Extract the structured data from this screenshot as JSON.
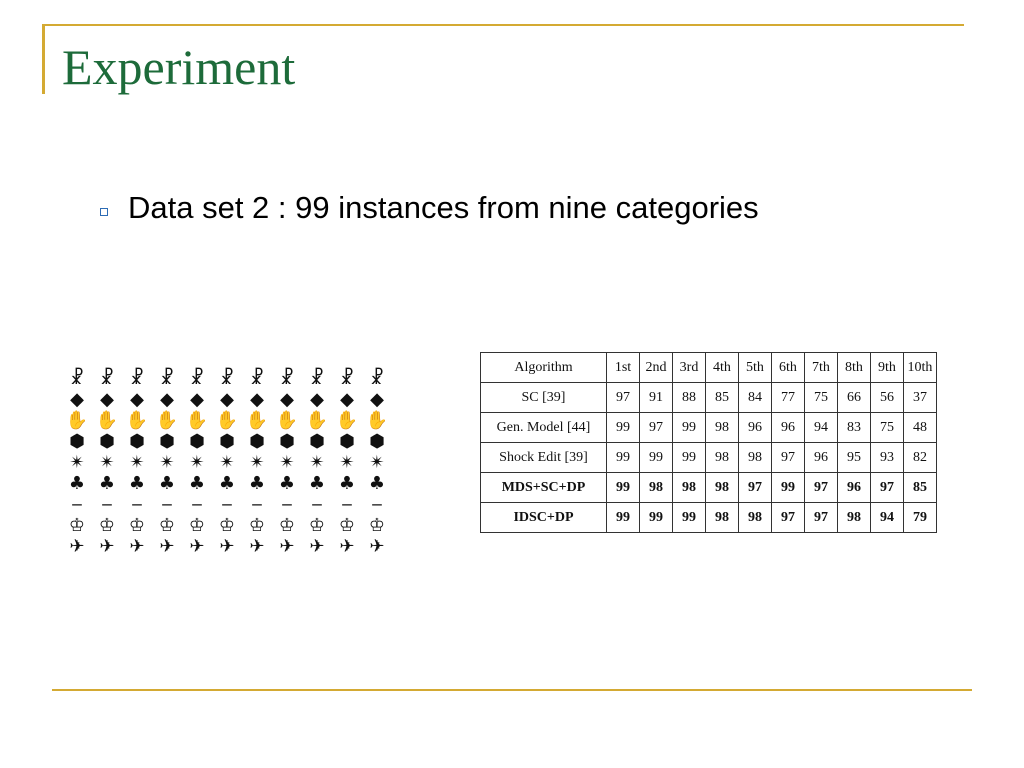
{
  "slide": {
    "title": "Experiment",
    "bullet": "Data set 2 : 99 instances from nine categories"
  },
  "colors": {
    "accent_line": "#d4aa33",
    "title": "#1d6b3a",
    "bullet_icon": "#2d6cb5"
  },
  "shapes_figure": {
    "category_icons": [
      "human-figure-icon",
      "diamond-icon",
      "hand-icon",
      "fish-icon",
      "bird-icon",
      "rabbit-icon",
      "tool-icon",
      "quadruped-icon",
      "airplane-icon"
    ],
    "per_category": 11
  },
  "table": {
    "header": [
      "Algorithm",
      "1st",
      "2nd",
      "3rd",
      "4th",
      "5th",
      "6th",
      "7th",
      "8th",
      "9th",
      "10th"
    ],
    "rows": [
      {
        "name": "SC [39]",
        "values": [
          "97",
          "91",
          "88",
          "85",
          "84",
          "77",
          "75",
          "66",
          "56",
          "37"
        ],
        "bold": false
      },
      {
        "name": "Gen. Model [44]",
        "values": [
          "99",
          "97",
          "99",
          "98",
          "96",
          "96",
          "94",
          "83",
          "75",
          "48"
        ],
        "bold": false
      },
      {
        "name": "Shock Edit [39]",
        "values": [
          "99",
          "99",
          "99",
          "98",
          "98",
          "97",
          "96",
          "95",
          "93",
          "82"
        ],
        "bold": false
      },
      {
        "name": "MDS+SC+DP",
        "values": [
          "99",
          "98",
          "98",
          "98",
          "97",
          "99",
          "97",
          "96",
          "97",
          "85"
        ],
        "bold": true
      },
      {
        "name": "IDSC+DP",
        "values": [
          "99",
          "99",
          "99",
          "98",
          "98",
          "97",
          "97",
          "98",
          "94",
          "79"
        ],
        "bold": true
      }
    ]
  }
}
